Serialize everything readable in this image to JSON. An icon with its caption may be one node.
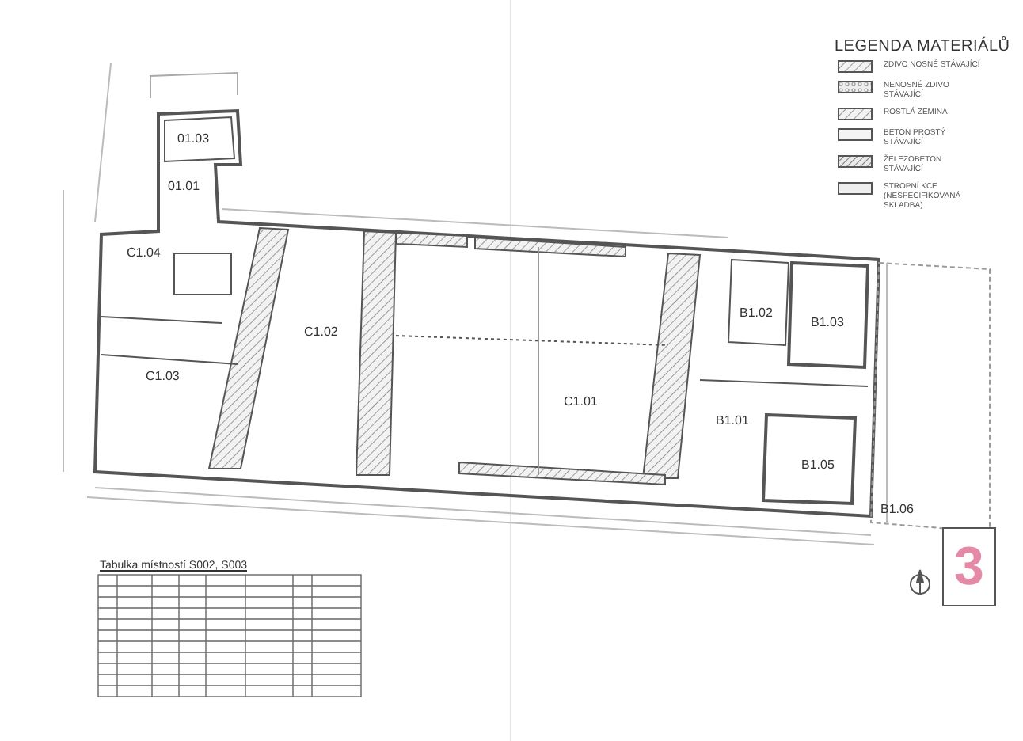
{
  "diagram": {
    "nodes": [
      {
        "text": [
          "3"
        ]
      }
    ],
    "labels": [
      "01.03",
      "01.01",
      "C1.04",
      "C1.03",
      "C1.02",
      "C1.01",
      "B1.02",
      "B1.03",
      "B1.01",
      "B1.05",
      "B1.06",
      "Tabulka místností S002, S003"
    ],
    "legend": [
      {
        "text": "ZDIVO NOSNÉ STÁVAJÍCÍ"
      },
      {
        "text": "NENOSNÉ ZDIVO STÁVAJÍCÍ"
      },
      {
        "text": "ROSTLÁ ZEMINA"
      },
      {
        "text": "BETON PROSTÝ STÁVAJÍCÍ"
      },
      {
        "text": "ŽELEZOBETON STÁVAJÍCÍ"
      },
      {
        "text": "STROPNÍ KCE (NESPECIFIKOVANÁ SKLADBA)"
      }
    ],
    "title": "LEGENDA MATERIÁLŮ"
  }
}
